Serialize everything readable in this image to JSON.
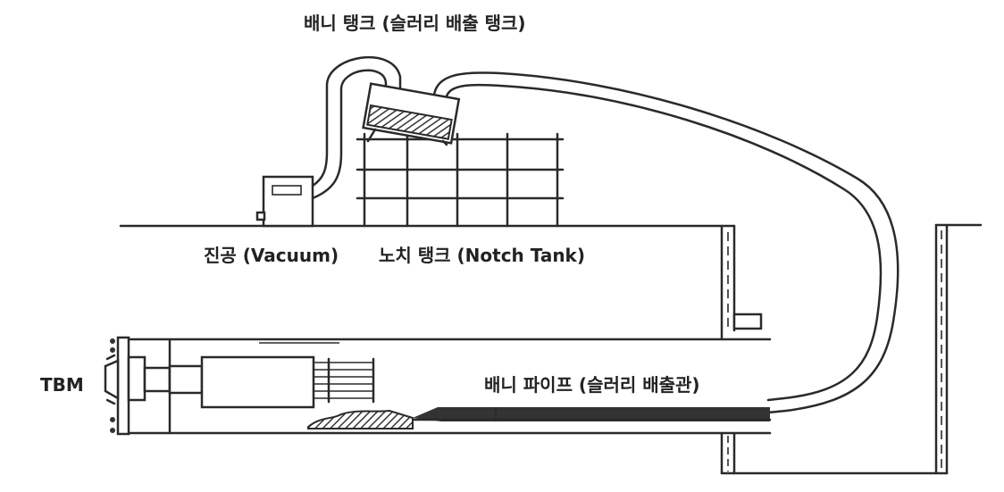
{
  "labels": {
    "slurry_tank": "배니 탱크 (슬러리 배출 탱크)",
    "vacuum": "진공 (Vacuum)",
    "notch_tank": "노치 탱크 (Notch Tank)",
    "tbm": "TBM",
    "slurry_pipe": "배니 파이프 (슬러리 배출관)"
  },
  "colors": {
    "line": "#2a2a2a",
    "text": "#222222",
    "hatch": "#333333"
  }
}
